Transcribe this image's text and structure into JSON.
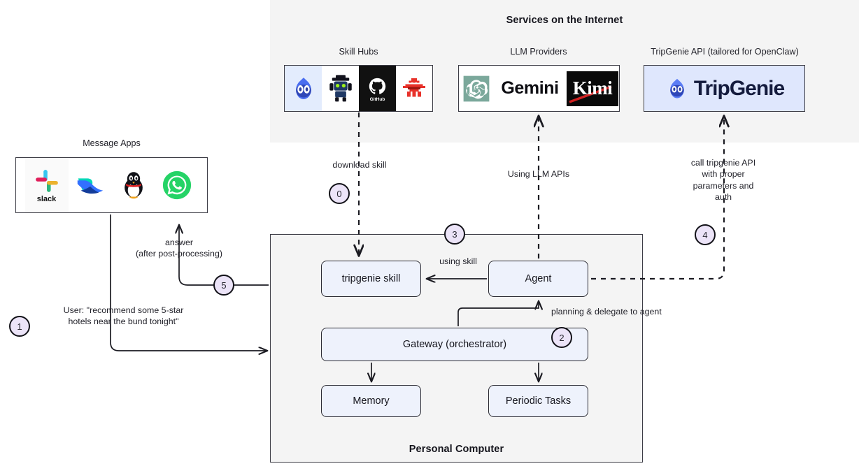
{
  "internet": {
    "title": "Services on the Internet",
    "groups": [
      {
        "label": "Skill Hubs",
        "icons": [
          "openclaw-mascot-icon",
          "robot-skill-icon",
          "github-icon",
          "pixel-crab-icon"
        ]
      },
      {
        "label": "LLM Providers",
        "icons": [
          "openai-icon",
          "gemini-wordmark",
          "kimi-wordmark"
        ]
      },
      {
        "label": "TripGenie API (tailored for OpenClaw)",
        "icons": [
          "tripgenie-mascot-icon",
          "tripgenie-wordmark"
        ]
      }
    ],
    "wordmarks": {
      "gemini": "Gemini",
      "kimi": "Kimi",
      "tripgenie": "TripGenie"
    }
  },
  "message_apps": {
    "label": "Message Apps",
    "icons": [
      "slack-icon",
      "feishu-icon",
      "qq-penguin-icon",
      "whatsapp-icon"
    ],
    "slack_wordmark": "slack"
  },
  "pc": {
    "title": "Personal Computer",
    "nodes": {
      "skill": "tripgenie skill",
      "agent": "Agent",
      "gateway": "Gateway (orchestrator)",
      "memory": "Memory",
      "periodic": "Periodic Tasks"
    }
  },
  "edges": {
    "download_skill": "download skill",
    "using_llm_apis": "Using LLM APIs",
    "call_tripgenie": "call tripgenie API\nwith proper\nparameters and\nauth",
    "using_skill": "using skill",
    "planning_delegate": "planning & delegate to agent",
    "answer": "answer\n(after post-processing)",
    "user_request": "User: \"recommend some 5-star\nhotels near the bund tonight\""
  },
  "steps": [
    {
      "id": "step-0",
      "number": "0"
    },
    {
      "id": "step-1",
      "number": "1"
    },
    {
      "id": "step-2",
      "number": "2"
    },
    {
      "id": "step-3",
      "number": "3"
    },
    {
      "id": "step-4",
      "number": "4"
    },
    {
      "id": "step-5",
      "number": "5"
    }
  ],
  "colors": {
    "panel_bg": "#f4f4f4",
    "node_fill": "#eef2fc",
    "node_stroke": "#2b2b33",
    "badge_fill": "#ece4f8",
    "badge_stroke": "#121218",
    "wire": "#1b1b22"
  }
}
